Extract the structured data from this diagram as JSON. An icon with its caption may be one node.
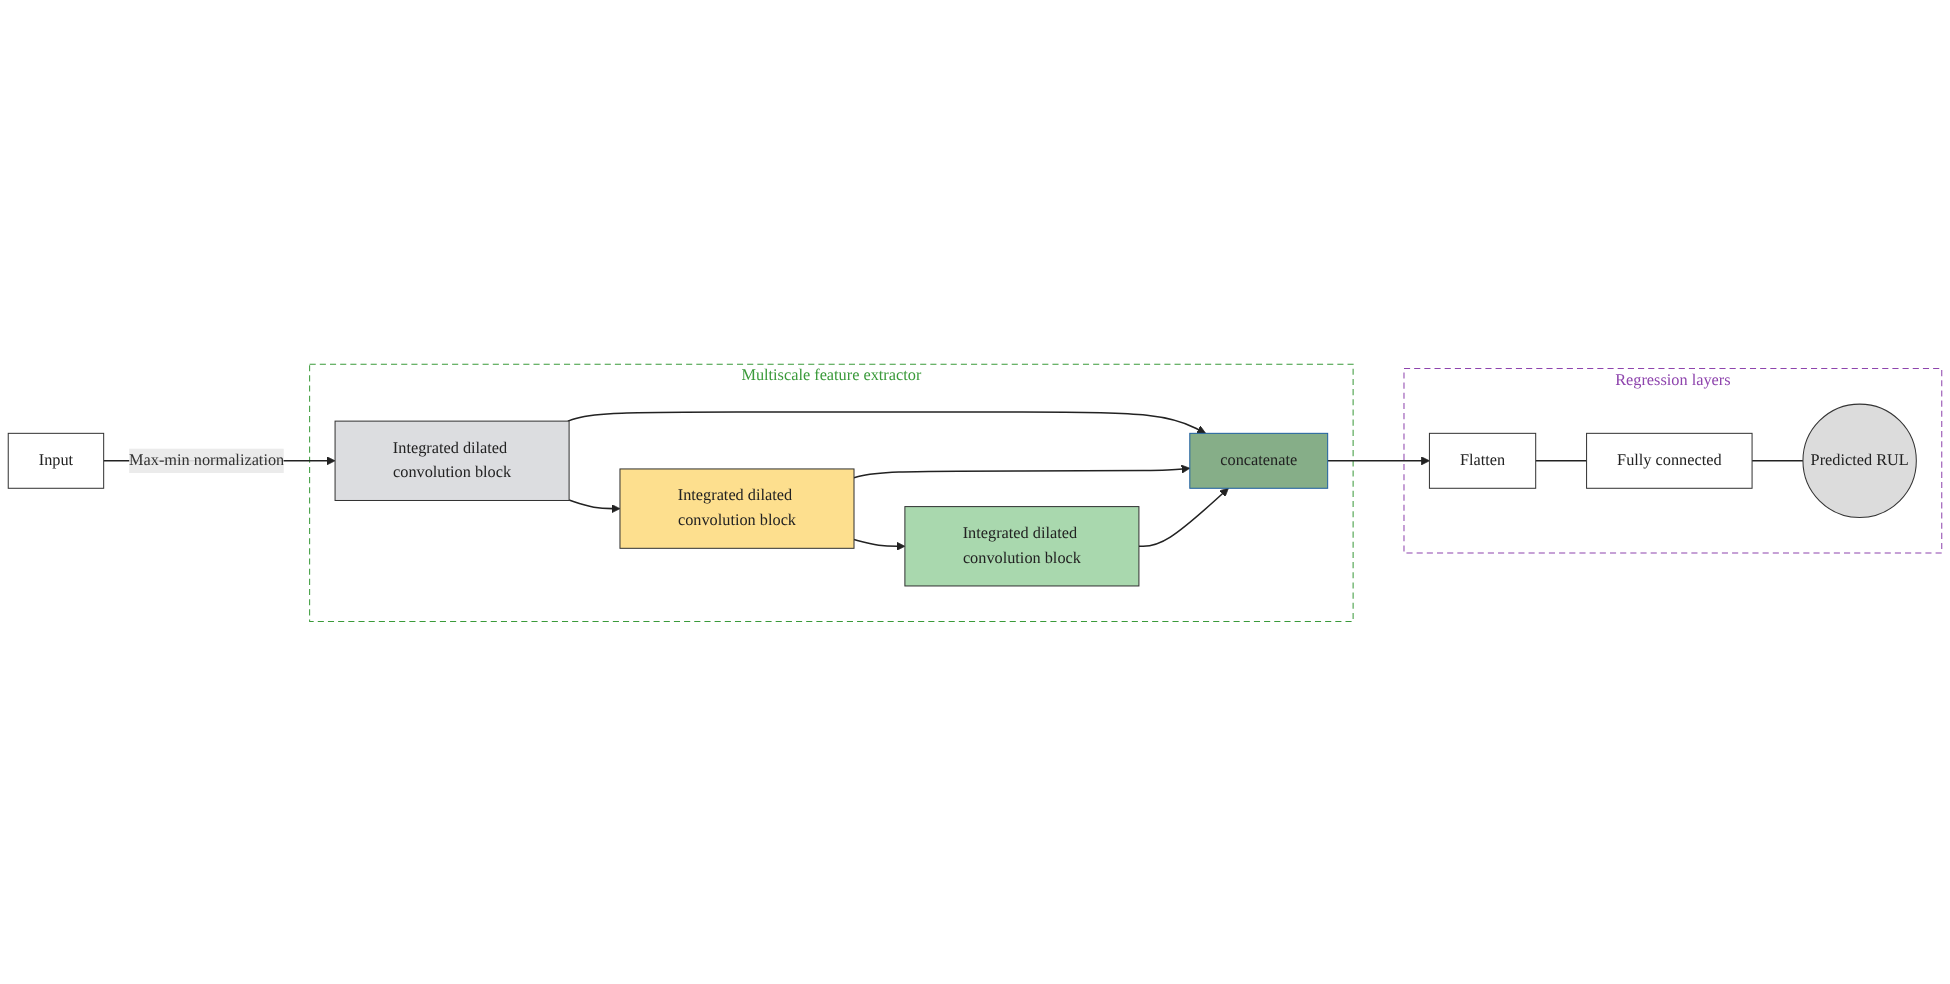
{
  "diagram": {
    "nodes": [
      {
        "text": [
          "Input"
        ]
      },
      {
        "text": [
          "Multiscale feature extractor"
        ]
      },
      {
        "text": [
          "Integrated dilated convolution block"
        ],
        "in": 1
      },
      {
        "text": [
          "Integrated dilated convolution block"
        ],
        "in": 1
      },
      {
        "text": [
          "Integrated dilated convolution block"
        ],
        "in": 1
      },
      {
        "text": [
          "concatenate"
        ],
        "in": 1
      },
      {
        "text": [
          "Regression layers"
        ]
      },
      {
        "text": [
          "Flatten"
        ],
        "in": 6
      },
      {
        "text": [
          "Fully connected"
        ],
        "in": 6
      },
      {
        "text": [
          "Predicted RUL"
        ],
        "in": 6
      }
    ],
    "edges": [
      {
        "from": 0,
        "to": 2,
        "arrow": "to",
        "label": "Max-min normalization"
      },
      {
        "from": 2,
        "to": 3,
        "arrow": "to"
      },
      {
        "from": 3,
        "to": 4,
        "arrow": "to"
      },
      {
        "from": 2,
        "to": 5,
        "arrow": "to"
      },
      {
        "from": 3,
        "to": 5,
        "arrow": "to"
      },
      {
        "from": 4,
        "to": 5,
        "arrow": "to"
      },
      {
        "from": 5,
        "to": 7,
        "arrow": "to"
      },
      {
        "from": 7,
        "to": 8,
        "arrow": "none"
      },
      {
        "from": 8,
        "to": 9,
        "arrow": "none"
      }
    ]
  }
}
